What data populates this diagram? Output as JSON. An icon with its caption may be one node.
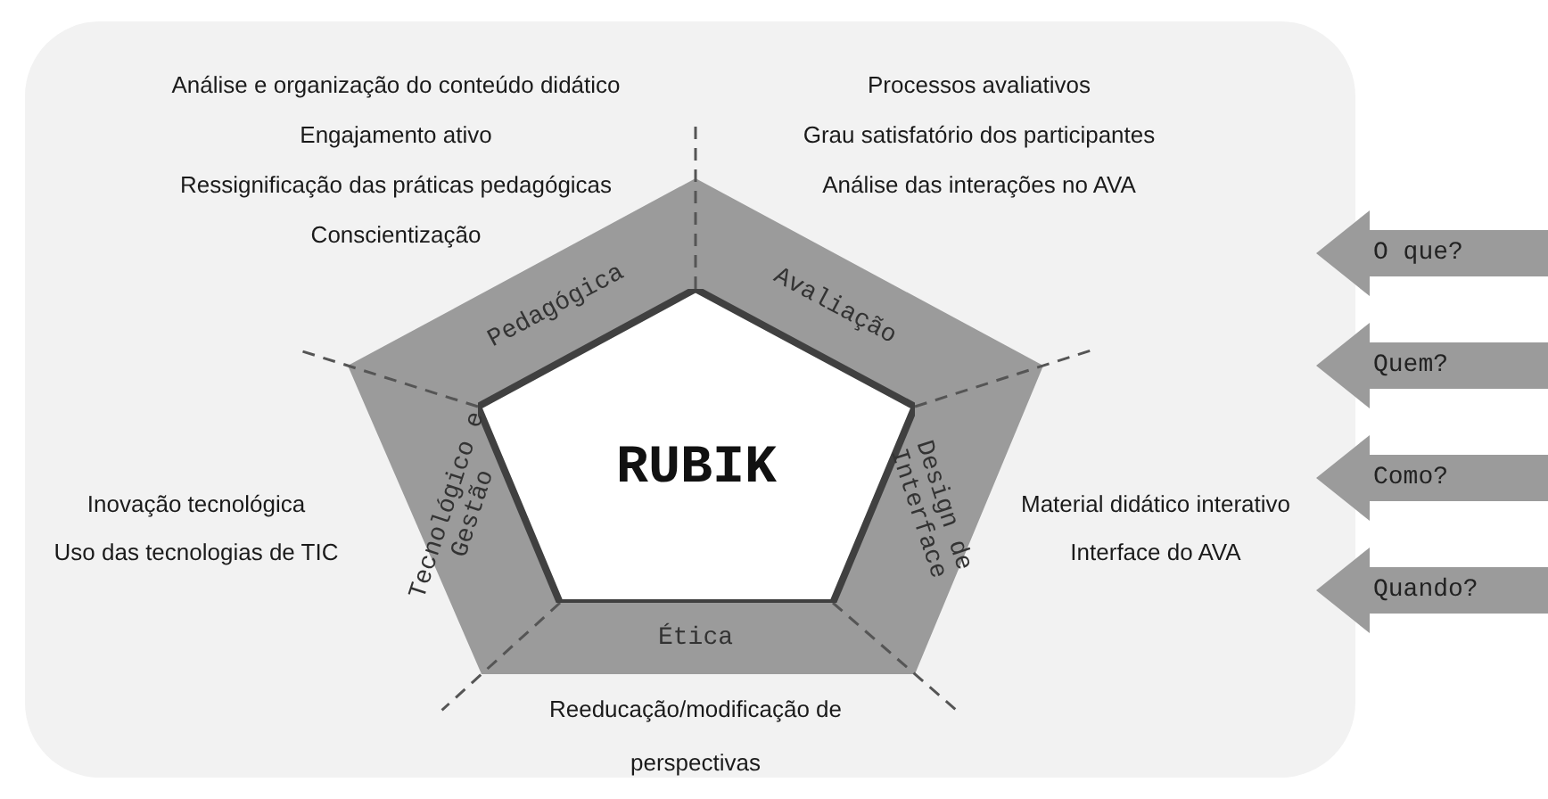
{
  "diagram": {
    "nodes": [
      {
        "text": [
          "RUBIK"
        ]
      },
      {
        "text": [
          "Pedagógica"
        ],
        "beside": [
          "Análise e organização do conteúdo didático",
          "Engajamento ativo",
          "Ressignificação das práticas pedagógicas",
          "Conscientização"
        ]
      },
      {
        "text": [
          "Avaliação"
        ],
        "beside": [
          "Processos avaliativos",
          "Grau satisfatório dos participantes",
          "Análise das interações no AVA"
        ]
      },
      {
        "text": [
          "Design de Interface"
        ],
        "beside": [
          "Material didático interativo",
          "Interface do AVA"
        ]
      },
      {
        "text": [
          "Ética"
        ],
        "beside": [
          "Reeducação/modificação de",
          "perspectivas"
        ]
      },
      {
        "text": [
          "Tecnológico e Gestão"
        ],
        "beside": [
          "Inovação tecnológica",
          "Uso das tecnologias de TIC"
        ]
      },
      {
        "text": [
          "O que?"
        ]
      },
      {
        "text": [
          "Quem?"
        ]
      },
      {
        "text": [
          "Como?"
        ]
      },
      {
        "text": [
          "Quando?"
        ]
      }
    ]
  }
}
